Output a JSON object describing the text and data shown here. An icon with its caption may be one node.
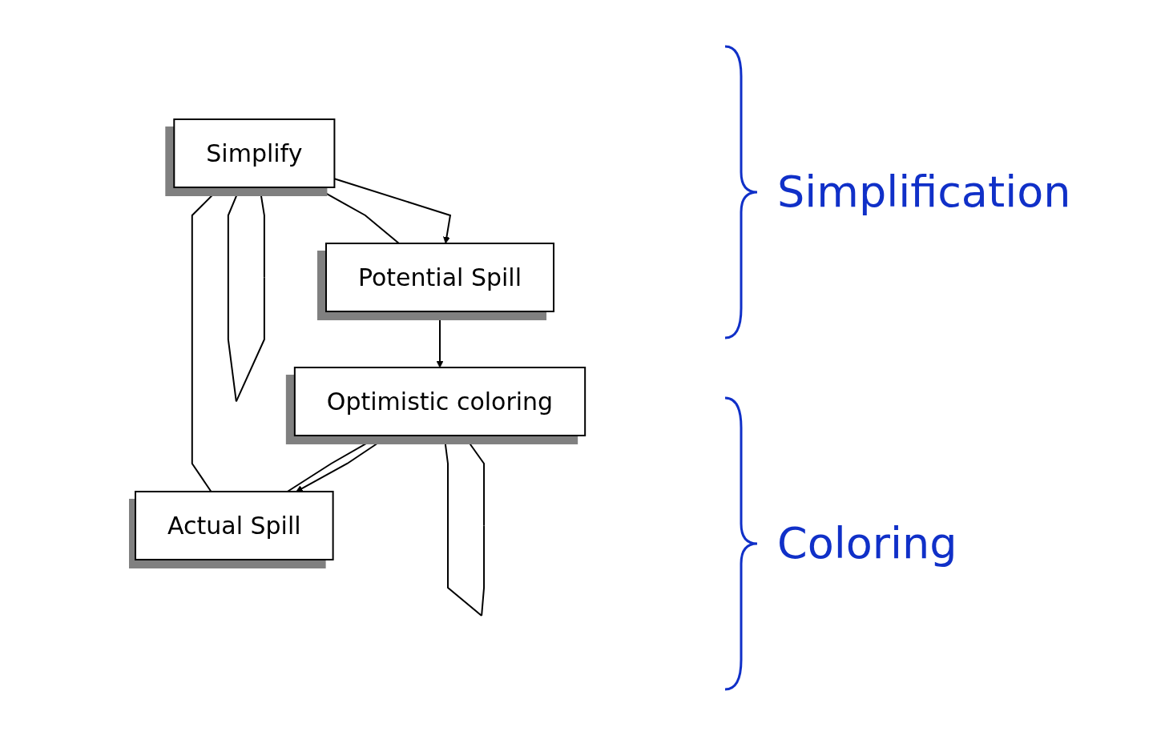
{
  "diagram": {
    "nodes": [
      {
        "text": [
          "Simplify"
        ]
      },
      {
        "text": [
          "Potential Spill"
        ]
      },
      {
        "text": [
          "Optimistic coloring"
        ]
      },
      {
        "text": [
          "Actual Spill"
        ]
      }
    ],
    "edges": [
      {
        "from": 0,
        "to": 0,
        "arrow": "to"
      },
      {
        "from": 0,
        "to": 1,
        "arrow": "to"
      },
      {
        "from": 1,
        "to": 0,
        "arrow": "to"
      },
      {
        "from": 1,
        "to": 2,
        "arrow": "to"
      },
      {
        "from": 2,
        "to": 2,
        "arrow": "to"
      },
      {
        "from": 2,
        "to": 3,
        "arrow": "to"
      },
      {
        "from": 3,
        "to": 2,
        "arrow": "to"
      },
      {
        "from": 3,
        "to": 0,
        "arrow": "to"
      }
    ],
    "labels": [
      "Simplification",
      "Coloring"
    ]
  }
}
